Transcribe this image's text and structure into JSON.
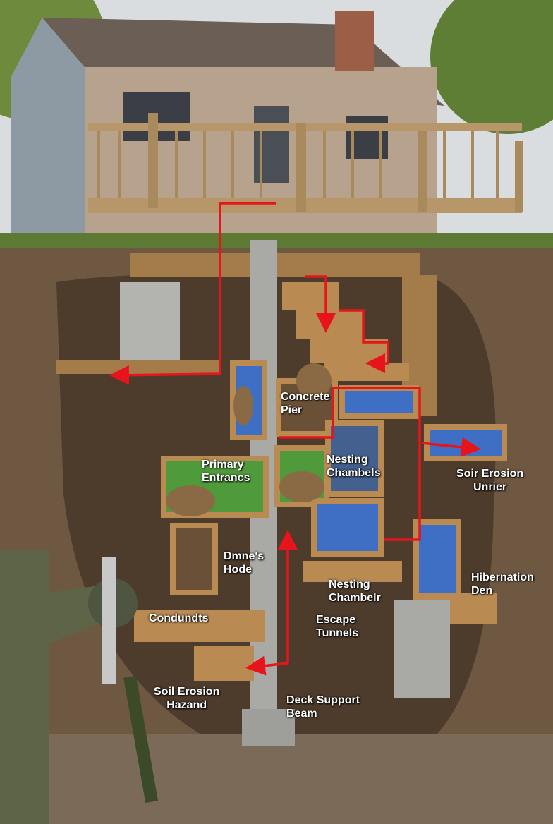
{
  "labels": {
    "concrete_pier": [
      "Concrete",
      "Pier"
    ],
    "primary_entrance": [
      "Primary",
      "Entrancs"
    ],
    "nesting_chambels": [
      "Nesting",
      "Chambels"
    ],
    "soil_erosion_under": [
      "Soir Erosion",
      "Unrier"
    ],
    "dunnes_hode": [
      "Dmne's",
      "Hode"
    ],
    "hibernation_den": [
      "Hibernation",
      "Den"
    ],
    "nesting_chamber": [
      "Nesting",
      "Chambelr"
    ],
    "conduits": [
      "Condundts"
    ],
    "escape_tunnels": [
      "Escape",
      "Tunnels"
    ],
    "soil_erosion_hazard": [
      "Soil Erosion",
      "Hazand"
    ],
    "deck_support_beam": [
      "Deck Support",
      "Beam"
    ]
  },
  "colors": {
    "route_arrow": "#e8141b",
    "chamber_blue": "#3f6fc4",
    "chamber_green": "#4f9a3a",
    "wood": "#b98a52",
    "concrete": "#a9a9a6",
    "soil": "#6f5842"
  }
}
